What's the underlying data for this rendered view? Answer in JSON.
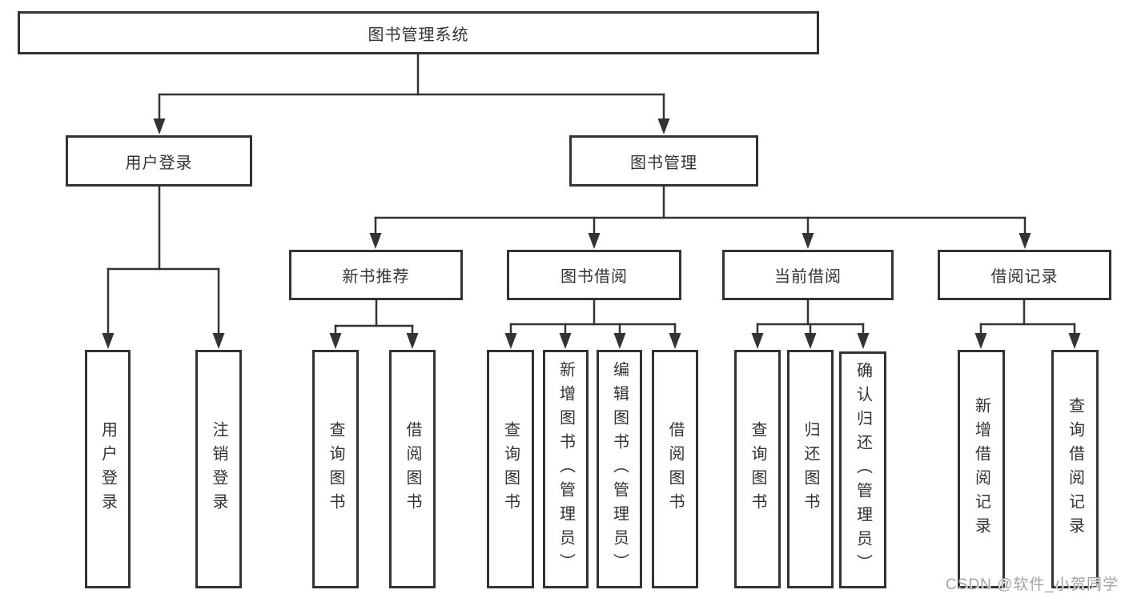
{
  "diagram": {
    "background": "#ffffff",
    "line_color": "#333333",
    "text_color": "#333333",
    "root": "图书管理系统",
    "branches": [
      {
        "label": "用户登录",
        "children": [
          "用户登录",
          "注销登录"
        ]
      },
      {
        "label": "图书管理",
        "groups": [
          {
            "label": "新书推荐",
            "children": [
              "查询图书",
              "借阅图书"
            ]
          },
          {
            "label": "图书借阅",
            "children": [
              "查询图书",
              "新增图书（管理员）",
              "编辑图书（管理员）",
              "借阅图书"
            ]
          },
          {
            "label": "当前借阅",
            "children": [
              "查询图书",
              "归还图书",
              "确认归还（管理员）"
            ]
          },
          {
            "label": "借阅记录",
            "children": [
              "新增借阅记录",
              "查询借阅记录"
            ]
          }
        ]
      }
    ]
  },
  "watermark": {
    "text": "CSDN @软件_小贺同学",
    "color": "#a3a3a3"
  }
}
